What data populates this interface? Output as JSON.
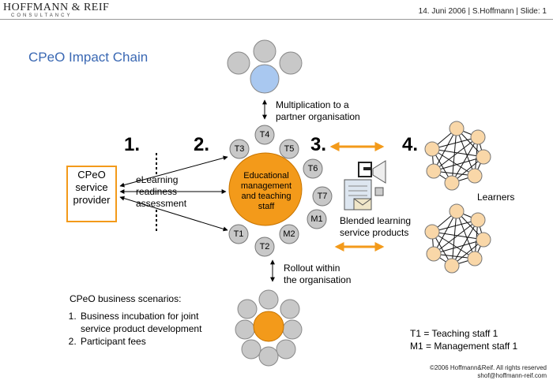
{
  "header": {
    "logo_main": "HOFFMANN & REIF",
    "logo_sub": "CONSULTANCY",
    "meta": "14. Juni 2006 | S.Hoffmann | Slide: 1"
  },
  "slide": {
    "title": "CPeO Impact Chain",
    "steps": [
      "1.",
      "2.",
      "3.",
      "4."
    ],
    "provider_lines": [
      "CPeO",
      "service",
      "provider"
    ],
    "assessment_lines": [
      "eLearning",
      "readiness",
      "assessment"
    ],
    "center_lines": [
      "Educational",
      "management",
      "and teaching",
      "staff"
    ],
    "staff_circles": [
      "T4",
      "T3",
      "T5",
      "T6",
      "T7",
      "M1",
      "M2",
      "T2",
      "T1"
    ],
    "multiplication_lines": [
      "Multiplication to a",
      "partner organisation"
    ],
    "rollout_lines": [
      "Rollout within",
      "the organisation"
    ],
    "blended_lines": [
      "Blended learning",
      "service products"
    ],
    "learners": "Learners",
    "scenarios_title": "CPeO business scenarios:",
    "scenarios": [
      "Business incubation for joint service product development",
      "Participant fees"
    ],
    "legend": [
      "T1 = Teaching staff 1",
      "M1 = Management staff 1"
    ]
  },
  "footer": {
    "copyright": "©2006 Hoffmann&Reif. All rights reserved",
    "email": "shof@hoffmann-reif.com"
  },
  "colors": {
    "accent_orange": "#f39a1a",
    "light_blue": "#a9c8f0",
    "circle_grey": "#c8c8c8",
    "learner_peach": "#f9d7a8",
    "title_blue": "#3a68b3"
  }
}
